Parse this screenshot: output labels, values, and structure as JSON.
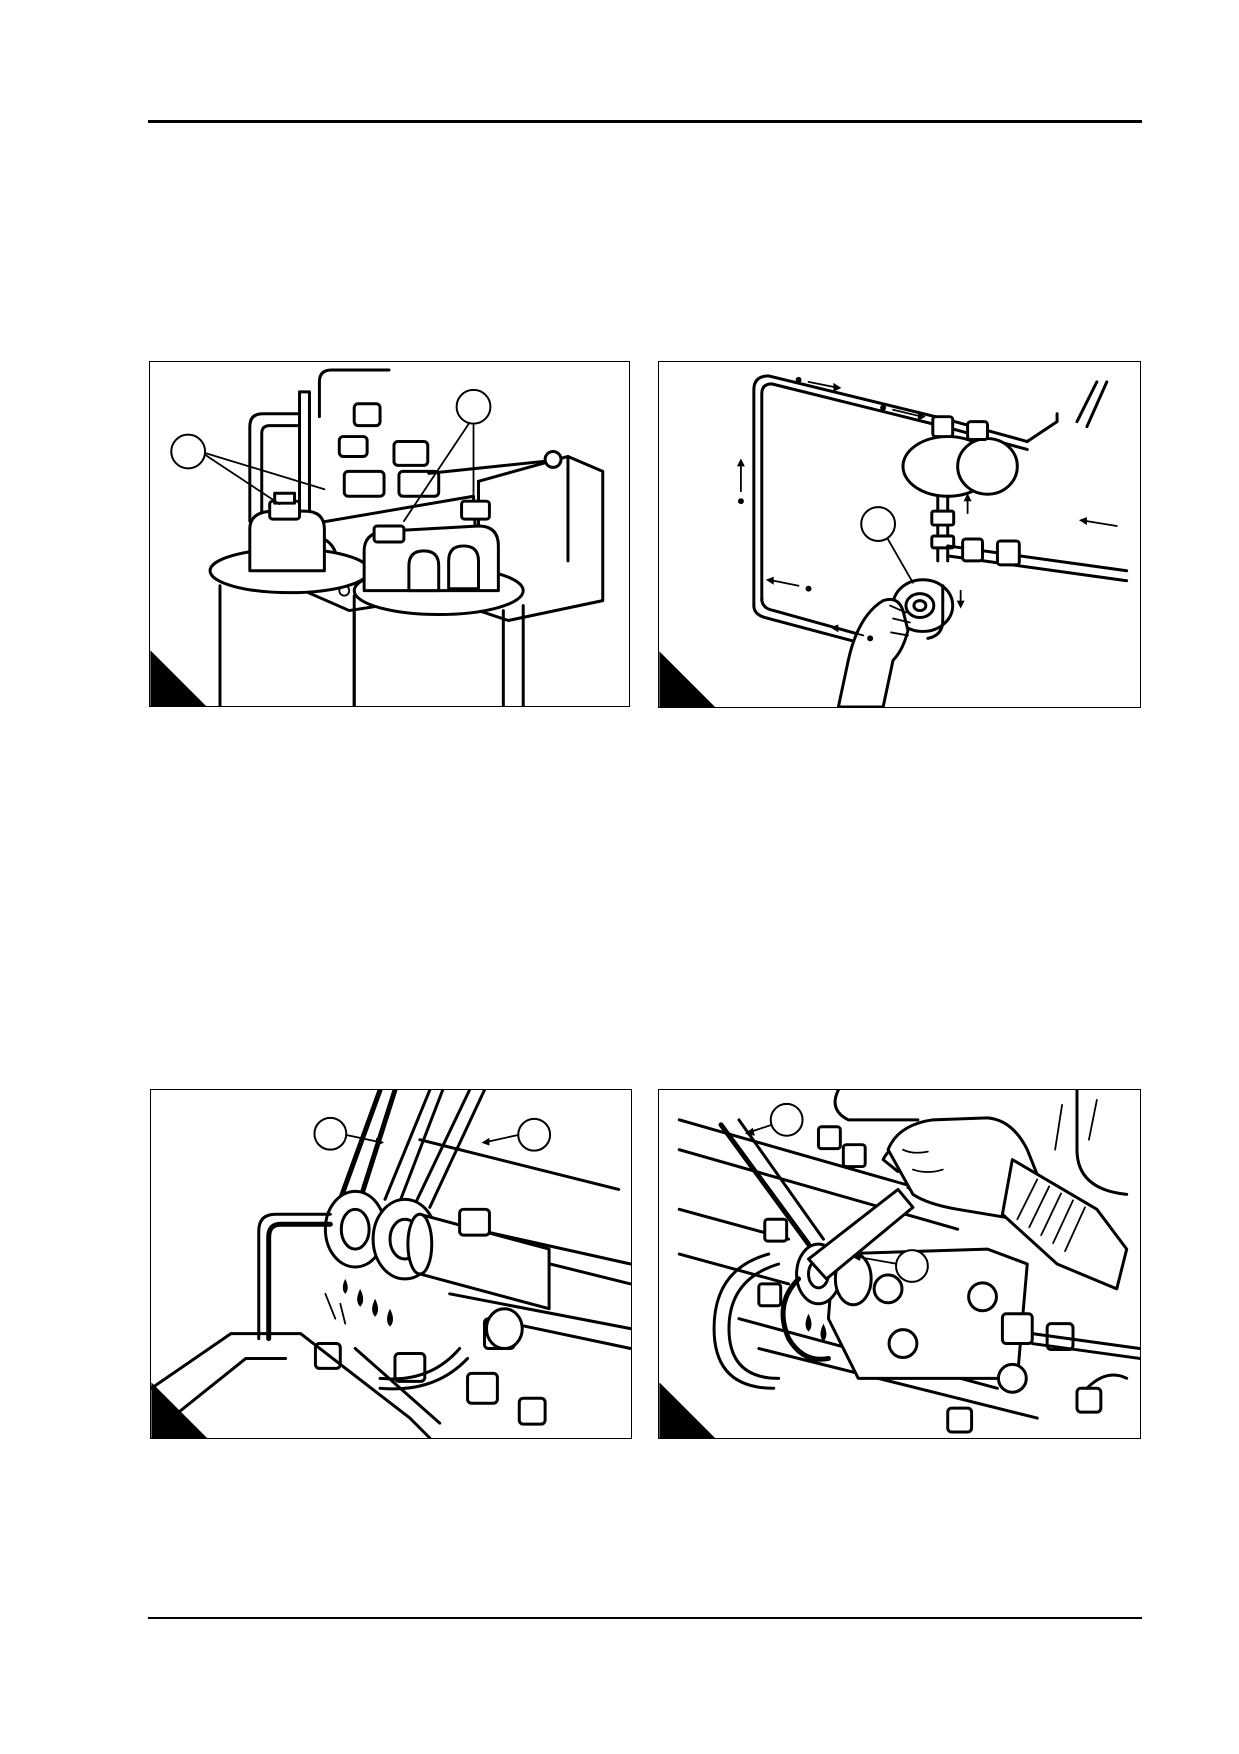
{
  "page": {
    "figures": [
      {
        "id": "fig1",
        "callouts": [
          "",
          ""
        ]
      },
      {
        "id": "fig2",
        "callouts": [
          ""
        ]
      },
      {
        "id": "fig3",
        "callouts": [
          "",
          ""
        ]
      },
      {
        "id": "fig4",
        "callouts": [
          "",
          ""
        ]
      }
    ]
  }
}
